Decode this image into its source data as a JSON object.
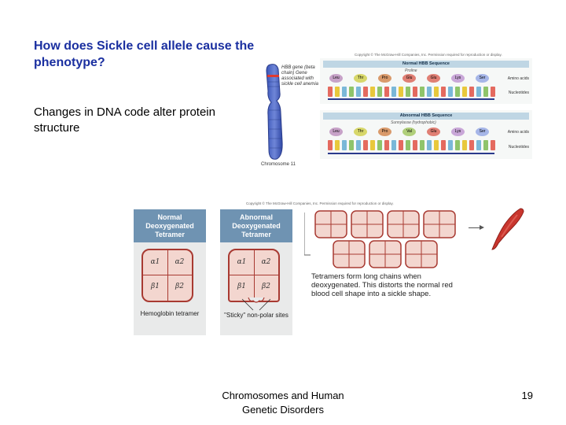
{
  "slide": {
    "title": "How does Sickle cell allele cause the phenotype?",
    "body": "Changes in DNA code alter protein structure",
    "footer": "Chromosomes and Human Genetic Disorders",
    "page_number": "19"
  },
  "chromosome_figure": {
    "gene_label": "HBB gene (beta chain) Gene associated with sickle cell anemia",
    "caption": "Chromosome 11"
  },
  "sequence_figure": {
    "copyright": "Copyright © The McGraw-Hill Companies, Inc. Permission required for reproduction or display.",
    "normal": {
      "header": "Normal HBB Sequence",
      "note": "Proline",
      "amino_acids": [
        "Leu",
        "Thr",
        "Pro",
        "Glu",
        "Glu",
        "Lys",
        "Ser"
      ],
      "amino_label": "Amino acids",
      "nucleotide_label": "Nucleotides"
    },
    "abnormal": {
      "header": "Abnormal HBB Sequence",
      "note": "Sunnylasse (hydrophobic)",
      "amino_acids": [
        "Leu",
        "Thr",
        "Pro",
        "Val",
        "Glu",
        "Lys",
        "Ser"
      ],
      "amino_label": "Amino acids",
      "nucleotide_label": "Nucleotides"
    },
    "colors": {
      "Leu": "#c7a2c8",
      "Thr": "#d7d76a",
      "Pro": "#d99a6b",
      "Glu": "#e07f74",
      "Val": "#b0cf7a",
      "Lys": "#c9a7d8",
      "Ser": "#a6b6e8",
      "A": "#e46a5f",
      "T": "#e8c83c",
      "C": "#7ab8d8",
      "G": "#8fc46a"
    }
  },
  "hemoglobin_figure": {
    "copyright": "Copyright © The McGraw-Hill Companies, Inc. Permission required for reproduction or display.",
    "normal_card": {
      "title": "Normal Deoxygenated Tetramer",
      "caption": "Hemoglobin tetramer",
      "subunits": [
        "α1",
        "α2",
        "β1",
        "β2"
      ]
    },
    "abnormal_card": {
      "title": "Abnormal Deoxygenated Tetramer",
      "caption": "\"Sticky\" non-polar sites",
      "subunits": [
        "α1",
        "α2",
        "β1",
        "β2"
      ]
    },
    "chain_caption": "Tetramers form long chains when deoxygenated. This distorts the normal red blood cell shape into a sickle shape.",
    "tetramer_color": "#f3d6cf",
    "outline_color": "#a83a32",
    "header_color": "#6f93b2",
    "sickle_color": "#c9362e"
  }
}
